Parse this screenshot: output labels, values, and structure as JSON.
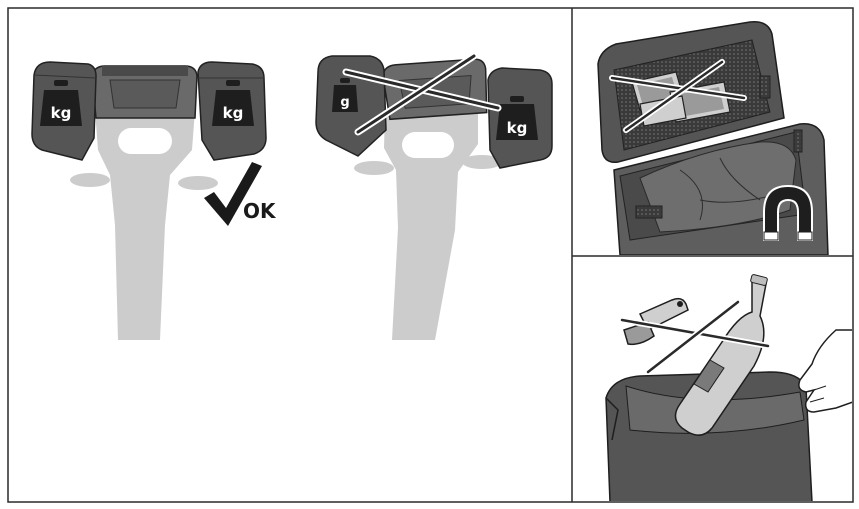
{
  "labels": {
    "left_weight": "kg",
    "right_weight": "kg",
    "light_weight": "g",
    "heavy_weight": "kg",
    "ok_text": "OK"
  },
  "colors": {
    "motorcycle": "#cccccc",
    "case_dark": "#555555",
    "case_mid": "#6a6a6a",
    "weight": "#1e1e1e",
    "frame": "#2a2a2a"
  },
  "icons": [
    "weight-icon",
    "check-icon",
    "cross-icon",
    "magnet-icon",
    "phone-icon",
    "bottle-icon",
    "knife-icon",
    "hand-icon"
  ]
}
